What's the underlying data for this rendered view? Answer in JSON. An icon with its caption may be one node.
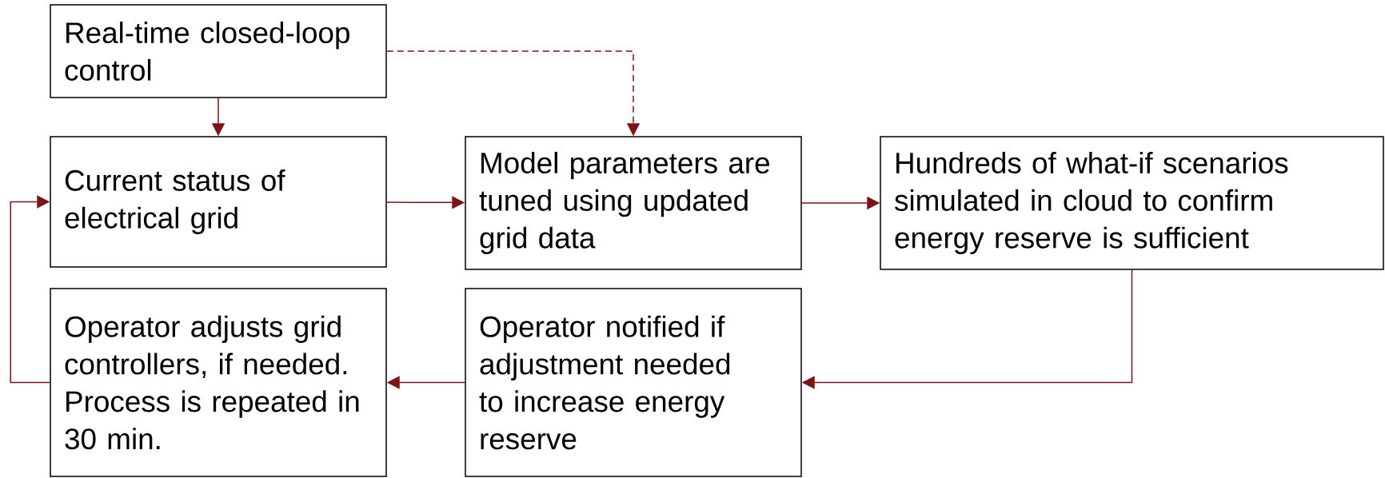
{
  "diagram": {
    "nodes": [
      {
        "text": [
          "Real-time closed-loop control"
        ]
      },
      {
        "text": [
          "Current status of electrical grid"
        ]
      },
      {
        "text": [
          "Model parameters are tuned using updated grid data"
        ]
      },
      {
        "text": [
          "Hundreds of what-if scenarios simulated in cloud to confirm energy reserve is sufficient"
        ]
      },
      {
        "text": [
          "Operator adjusts grid controllers, if needed. Process is repeated in 30 min."
        ]
      },
      {
        "text": [
          "Operator notified if adjustment needed to increase energy reserve"
        ]
      }
    ],
    "edges": [
      {
        "from": 0,
        "to": 1,
        "arrow": "to"
      },
      {
        "from": 0,
        "to": 2,
        "arrow": "to",
        "style": "dashed"
      },
      {
        "from": 1,
        "to": 2,
        "arrow": "to"
      },
      {
        "from": 2,
        "to": 3,
        "arrow": "to"
      },
      {
        "from": 3,
        "to": 5,
        "arrow": "to"
      },
      {
        "from": 5,
        "to": 4,
        "arrow": "to"
      },
      {
        "from": 4,
        "to": 1,
        "arrow": "to"
      }
    ]
  }
}
